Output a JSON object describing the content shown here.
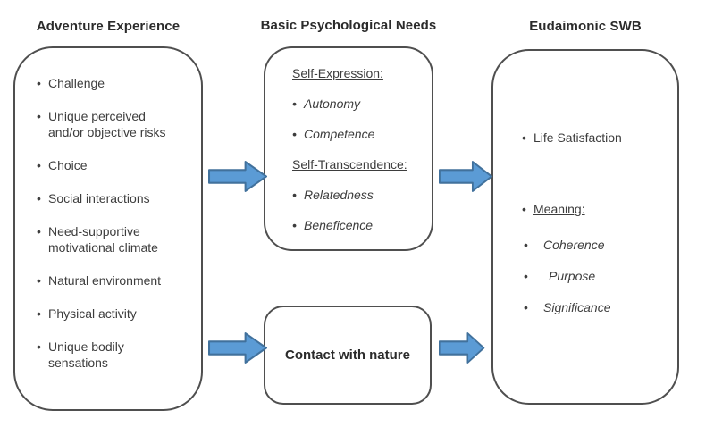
{
  "diagram": {
    "headers": {
      "left": "Adventure Experience",
      "middle": "Basic Psychological Needs",
      "right": "Eudaimonic SWB"
    },
    "adventure_box": {
      "items": [
        "Challenge",
        "Unique perceived and/or objective risks",
        "Choice",
        "Social interactions",
        "Need-supportive motivational climate",
        "Natural environment",
        "Physical activity",
        "Unique bodily sensations"
      ]
    },
    "needs_box": {
      "section1_heading": "Self-Expression:",
      "section1_items": [
        "Autonomy",
        "Competence"
      ],
      "section2_heading": "Self-Transcendence:",
      "section2_items": [
        "Relatedness",
        "Beneficence"
      ]
    },
    "nature_box": {
      "label": "Contact with nature"
    },
    "swb_box": {
      "life_satisfaction": "Life Satisfaction",
      "meaning_heading": "Meaning:",
      "meaning_items": [
        "Coherence",
        "Purpose",
        "Significance"
      ]
    },
    "icons": {
      "flow_arrow": "right-block-arrow"
    },
    "colors": {
      "arrow_fill": "#5B9BD5",
      "arrow_stroke": "#41719C",
      "box_border": "#4F4F4F",
      "text": "#3D3D3D"
    }
  }
}
